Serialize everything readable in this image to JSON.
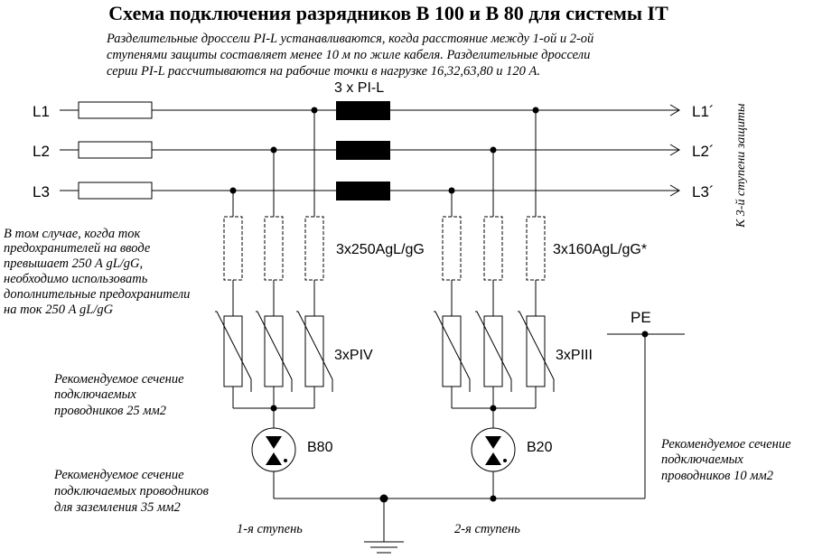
{
  "title": "Схема подключения разрядников В 100 и В 80 для системы  IT",
  "intro": [
    "Разделительные дроссели PI-L устанавливаются, когда расстояние между 1-ой и 2-ой",
    "ступенями защиты составляет менее 10 м по жиле кабеля. Разделительные дроссели",
    "серии PI-L рассчитываются на рабочие точки в нагрузке 16,32,63,80 и 120 А."
  ],
  "chokes_label": "3 x PI-L",
  "lines_in": [
    "L1",
    "L2",
    "L3"
  ],
  "lines_out": [
    "L1´",
    "L2´",
    "L3´"
  ],
  "side_label": "К 3-й ступени защиты",
  "fuse_note": [
    "В том случае, когда ток",
    "предохранителей на вводе",
    "превышает 250 А gL/gG,",
    "необходимо использовать",
    "дополнительные предохранители",
    "на ток 250 А gL/gG"
  ],
  "fuses1_label": "3x250AgL/gG",
  "fuses2_label": "3x160AgL/gG*",
  "varistors1_label": "3xPIV",
  "varistors2_label": "3xPIII",
  "pe_label": "PE",
  "arrester1_label": "B80",
  "arrester2_label": "B20",
  "section_note1": [
    "Рекомендуемое сечение",
    "подключаемых",
    "проводников 25 мм2"
  ],
  "section_note2": [
    "Рекомендуемое сечение",
    "подключаемых проводников",
    "для заземления 35 мм2"
  ],
  "section_note3": [
    "Рекомендуемое сечение",
    "подключаемых",
    "проводников 10 мм2"
  ],
  "stage1_label": "1-я ступень",
  "stage2_label": "2-я ступень"
}
